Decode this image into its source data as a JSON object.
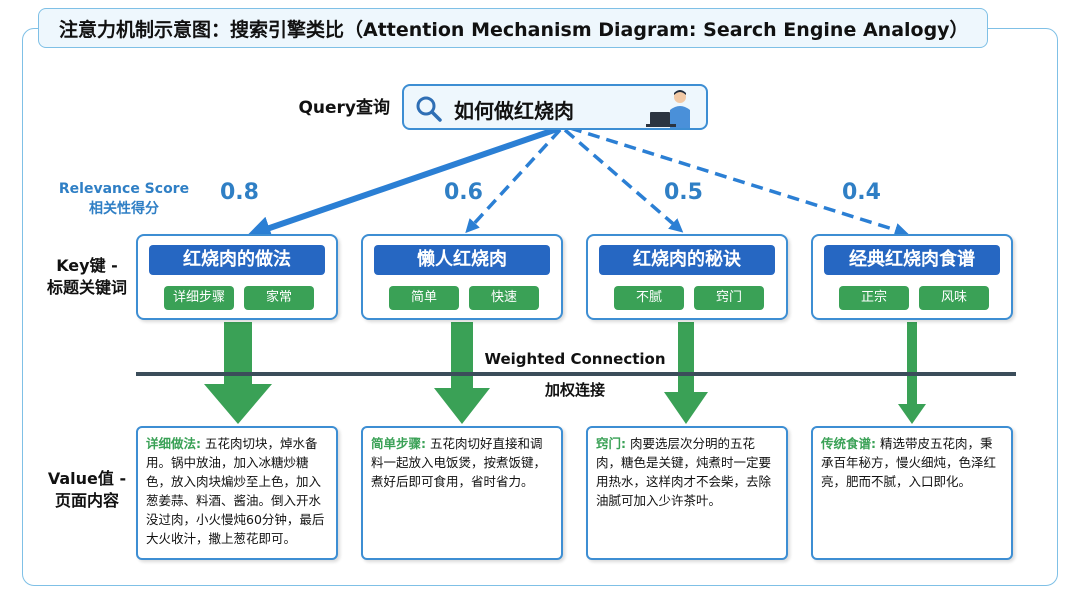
{
  "title": "注意力机制示意图：搜索引擎类比（Attention Mechanism Diagram: Search Engine Analogy）",
  "query": {
    "label": "Query查询",
    "text": "如何做红烧肉",
    "search_icon": "magnifier-icon",
    "person_icon": "person-at-laptop-icon"
  },
  "relevance": {
    "label_en": "Relevance Score",
    "label_zh": "相关性得分"
  },
  "row_labels": {
    "key_line1": "Key键 -",
    "key_line2": "标题关键词",
    "value_line1": "Value值 -",
    "value_line2": "页面内容"
  },
  "connection": {
    "label_en": "Weighted Connection",
    "label_zh": "加权连接"
  },
  "items": [
    {
      "score": "0.8",
      "key_title": "红烧肉的做法",
      "tags": [
        "详细步骤",
        "家常"
      ],
      "value_lead": "详细做法:",
      "value_text": " 五花肉切块，焯水备用。锅中放油，加入冰糖炒糖色，放入肉块煸炒至上色，加入葱姜蒜、料酒、酱油。倒入开水没过肉，小火慢炖60分钟，最后大火收汁，撒上葱花即可。"
    },
    {
      "score": "0.6",
      "key_title": "懒人红烧肉",
      "tags": [
        "简单",
        "快速"
      ],
      "value_lead": "简单步骤:",
      "value_text": " 五花肉切好直接和调料一起放入电饭煲，按煮饭键，煮好后即可食用，省时省力。"
    },
    {
      "score": "0.5",
      "key_title": "红烧肉的秘诀",
      "tags": [
        "不腻",
        "窍门"
      ],
      "value_lead": "窍门:",
      "value_text": " 肉要选层次分明的五花肉，糖色是关键，炖煮时一定要用热水，这样肉才不会柴，去除油腻可加入少许茶叶。"
    },
    {
      "score": "0.4",
      "key_title": "经典红烧肉食谱",
      "tags": [
        "正宗",
        "风味"
      ],
      "value_lead": "传统食谱:",
      "value_text": " 精选带皮五花肉，秉承百年秘方，慢火细炖，色泽红亮，肥而不腻，入口即化。"
    }
  ],
  "colors": {
    "attention_arrow": "#2b7fd4",
    "value_arrow": "#3aa156",
    "key_title_bg": "#2667c2",
    "tag_bg": "#3aa156",
    "frame_border": "#7fc0e6"
  }
}
